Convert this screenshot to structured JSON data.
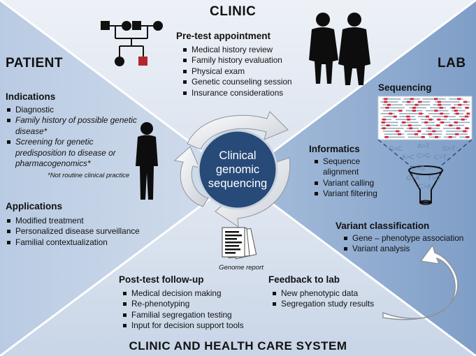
{
  "clinic": {
    "title": "CLINIC",
    "pretest_title": "Pre-test appointment",
    "pretest_items": [
      "Medical history review",
      "Family history evaluation",
      "Physical exam",
      "Genetic counseling session",
      "Insurance considerations"
    ]
  },
  "patient": {
    "title": "PATIENT",
    "indications_title": "Indications",
    "indications": [
      "Diagnostic",
      "Family history of possible genetic disease*",
      "Screening for genetic predisposition to disease or pharmacogenomics*"
    ],
    "footnote": "*Not routine clinical practice",
    "applications_title": "Applications",
    "applications": [
      "Modified treatment",
      "Personalized disease surveillance",
      "Familial contextualization"
    ]
  },
  "lab": {
    "title": "LAB",
    "sequencing_title": "Sequencing",
    "informatics_title": "Informatics",
    "informatics_items": [
      "Sequence alignment",
      "Variant calling",
      "Variant filtering"
    ],
    "variant_title": "Variant classification",
    "variant_items": [
      "Gene – phenotype association",
      "Variant analysis"
    ],
    "variant_labels": [
      "G>C",
      "A>T",
      "G>T",
      "A>C",
      "C>G",
      "C>T",
      "C>G",
      "G>A",
      "T>G",
      "C>A"
    ]
  },
  "center": {
    "line1": "Clinical",
    "line2": "genomic",
    "line3": "sequencing"
  },
  "report": {
    "label": "Genome report"
  },
  "bottom": {
    "title": "CLINIC AND HEALTH CARE SYSTEM",
    "followup_title": "Post-test follow-up",
    "followup_items": [
      "Medical decision making",
      "Re-phenotyping",
      "Familial segregation testing",
      "Input for decision support tools"
    ],
    "feedback_title": "Feedback to lab",
    "feedback_items": [
      "New phenotypic data",
      "Segregation study results"
    ]
  },
  "colors": {
    "top": "#e4e9f2",
    "left": "#c9d6e9",
    "right": "#94afd1",
    "bottom": "#dbe4ef",
    "circle": "#284a78",
    "pedigree_red": "#b3262b"
  }
}
